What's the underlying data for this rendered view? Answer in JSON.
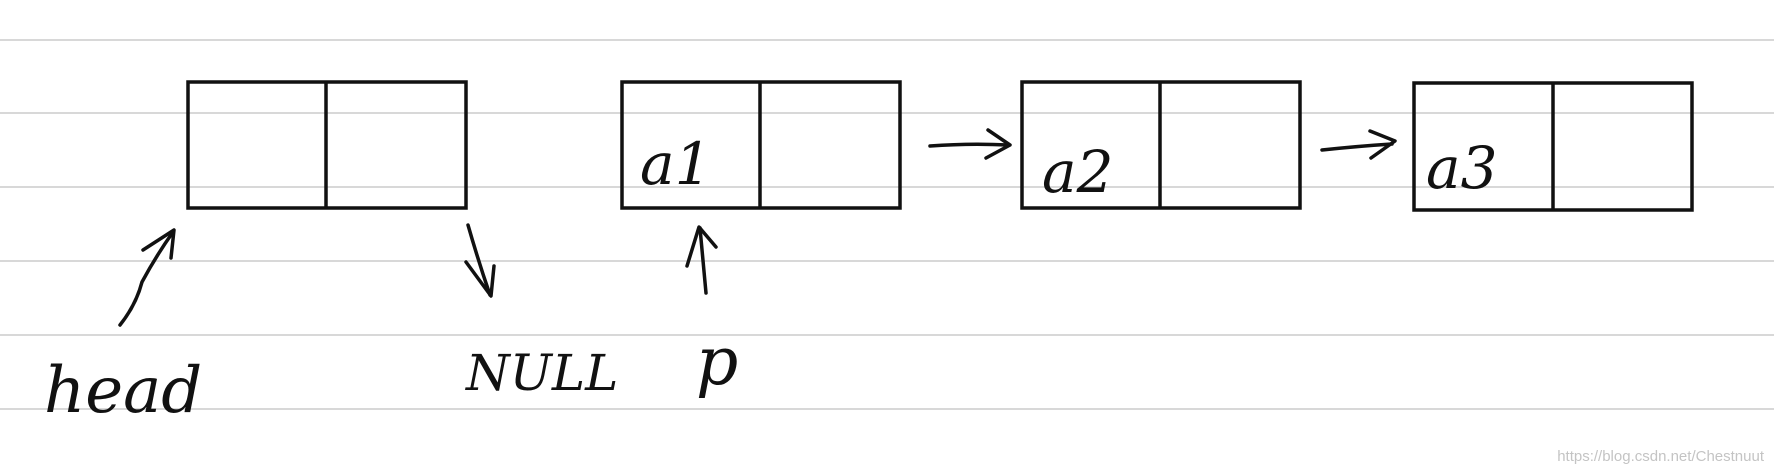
{
  "labels": {
    "head": "head",
    "null": "NULL",
    "p": "p"
  },
  "nodes": [
    {
      "data": ""
    },
    {
      "data": "a1"
    },
    {
      "data": "a2"
    },
    {
      "data": "a3"
    }
  ],
  "watermark": "https://blog.csdn.net/Chestnuut",
  "colors": {
    "ruled_line": "#d8d8d8",
    "ink": "#111111"
  }
}
